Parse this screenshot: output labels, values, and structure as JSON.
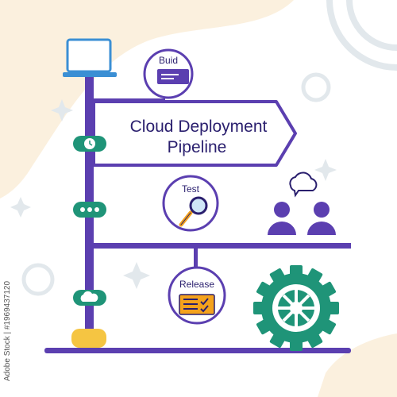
{
  "colors": {
    "background": "#ffffff",
    "blob": "#fbf0de",
    "purple": "#5b3fb0",
    "blue": "#3b8fd4",
    "teal": "#1f9478",
    "yellow": "#f5c542",
    "orange": "#f4a21c",
    "watermark": "#e2e8ec"
  },
  "signpost": {
    "title_line1": "Cloud Deployment",
    "title_line2": "Pipeline"
  },
  "stages": [
    {
      "label": "Buid",
      "icon": "card-icon"
    },
    {
      "label": "Test",
      "icon": "magnifier-icon"
    },
    {
      "label": "Release",
      "icon": "document-checklist-icon"
    }
  ],
  "decorations": [
    "laptop-icon",
    "team-chat-icon",
    "gear-icon"
  ],
  "watermark": {
    "side_text": "Adobe Stock | #1969437120"
  }
}
